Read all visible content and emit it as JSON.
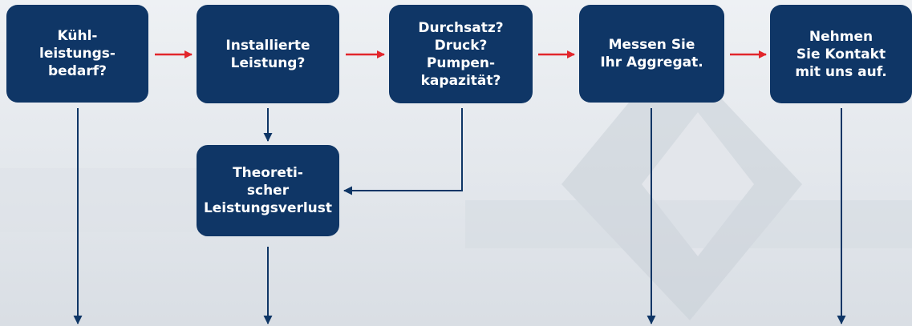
{
  "diagram": {
    "boxes": [
      {
        "id": "b1",
        "label": "Kühl-\nleistungs-\nbedarf?"
      },
      {
        "id": "b2",
        "label": "Installierte\nLeistung?"
      },
      {
        "id": "b3",
        "label": "Durchsatz?\nDruck?\nPumpen-\nkapazität?"
      },
      {
        "id": "b4",
        "label": "Messen Sie\nIhr Aggregat."
      },
      {
        "id": "b5",
        "label": "Nehmen\nSie Kontakt\nmit uns auf."
      },
      {
        "id": "b6",
        "label": "Theoreti-\nscher\nLeistungsverlust"
      }
    ],
    "colors": {
      "box_fill": "#0f3666",
      "box_text": "#ffffff",
      "arrow_horizontal": "#e2262c",
      "arrow_vertical": "#0f3666"
    }
  }
}
